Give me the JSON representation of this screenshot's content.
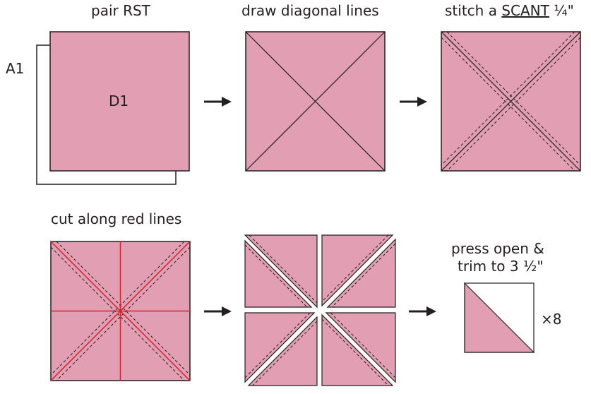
{
  "steps": {
    "step1": {
      "label": "pair RST",
      "back_fabric": "A1",
      "front_fabric": "D1"
    },
    "step2": {
      "label": "draw diagonal lines"
    },
    "step3": {
      "label_prefix": "stitch a ",
      "label_emphasis": "SCANT",
      "label_suffix": " ¼\""
    },
    "step4": {
      "label": "cut along red lines"
    },
    "step5": {
      "label": ""
    },
    "step6": {
      "label_line1": "press open &",
      "label_line2": "trim to 3 ½\"",
      "multiplier": "×8"
    }
  },
  "colors": {
    "fabric_pink": "#e29eb3",
    "outline": "#231f20",
    "cut_line": "#d7232d",
    "background": "#ffffff"
  },
  "icons": [
    "arrow-right-icon"
  ]
}
